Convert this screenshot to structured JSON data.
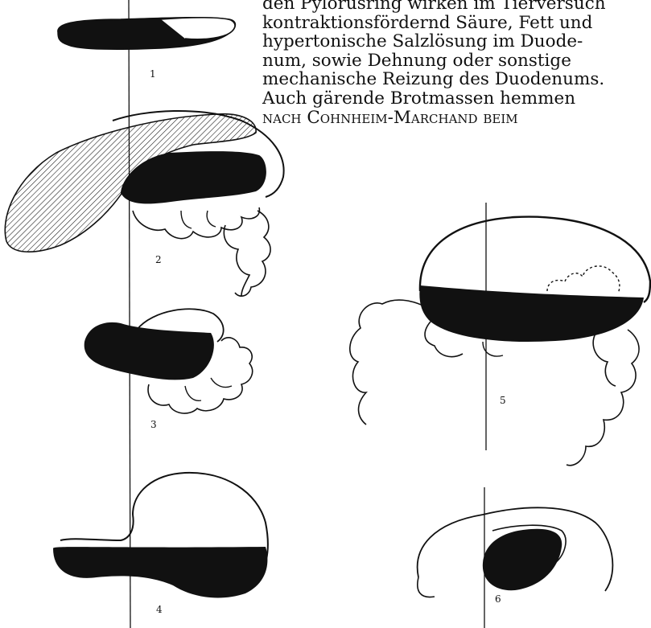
{
  "text_lines": [
    "den Pylorusring wirken im Tierversuch",
    "kontraktionsfördernd Säure, Fett und",
    "hypertonische Salzlösung im Duode-",
    "num, sowie Dehnung oder sonstige",
    "mechanische Reizung des Duodenums.",
    "Auch gärende Brotmassen hemmen",
    "nach Cohnheim-Marchand beim"
  ],
  "figure_labels": {
    "fig1": "1",
    "fig2": "2",
    "fig3": "3",
    "fig4": "4",
    "fig5": "5",
    "fig6": "6"
  },
  "colors": {
    "ink": "#111111",
    "paper": "#ffffff"
  }
}
